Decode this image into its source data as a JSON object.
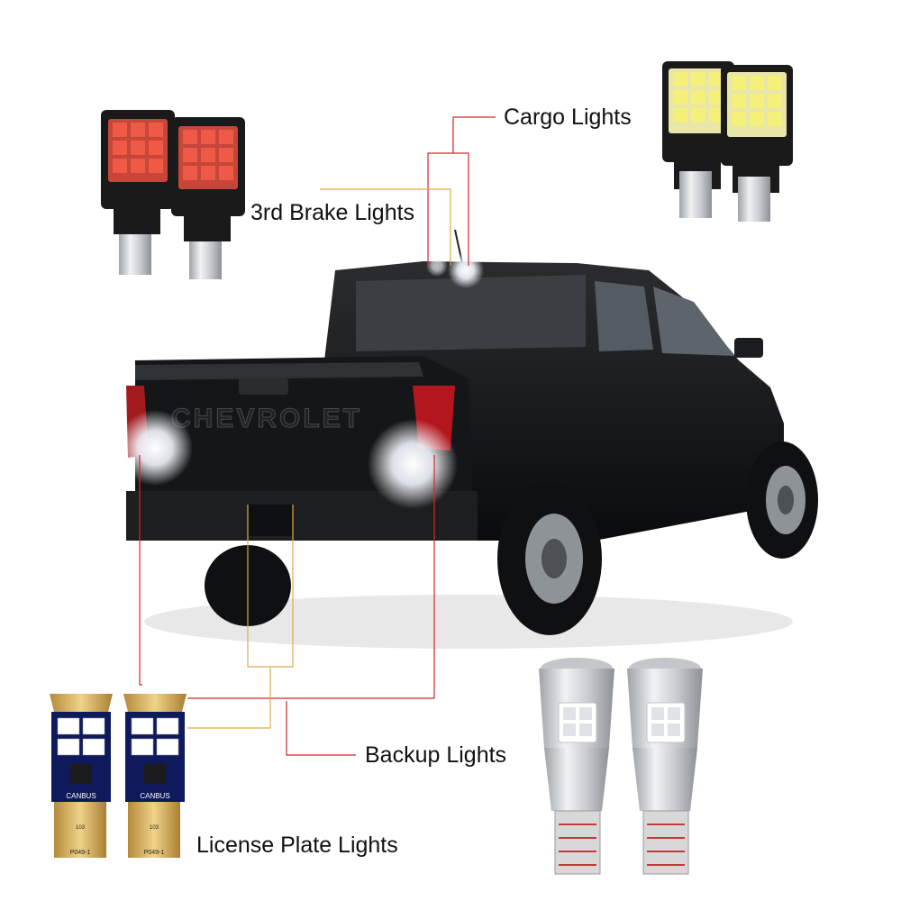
{
  "labels": {
    "cargo": "Cargo Lights",
    "third_brake": "3rd Brake Lights",
    "backup": "Backup Lights",
    "license_plate": "License Plate Lights"
  },
  "truck": {
    "brand_lettering": "CHEVROLET"
  },
  "bulbs": {
    "license_canbus": "CANBUS",
    "license_code": "P049-1",
    "license_resistor": "103"
  },
  "colors": {
    "leader_red": "#d9262b",
    "leader_orange": "#e3a94a",
    "brake_led": "#ef5a47",
    "cargo_led": "#f4f07a",
    "truck_body": "#101112"
  }
}
